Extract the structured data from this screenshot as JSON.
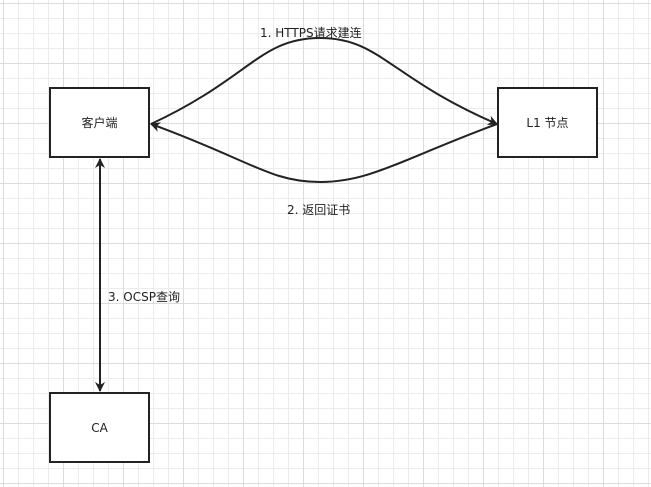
{
  "nodes": {
    "client": "客户端",
    "l1": "L1 节点",
    "ca": "CA"
  },
  "edges": {
    "https": "1. HTTPS请求建连",
    "cert": "2. 返回证书",
    "ocsp": "3. OCSP查询"
  }
}
